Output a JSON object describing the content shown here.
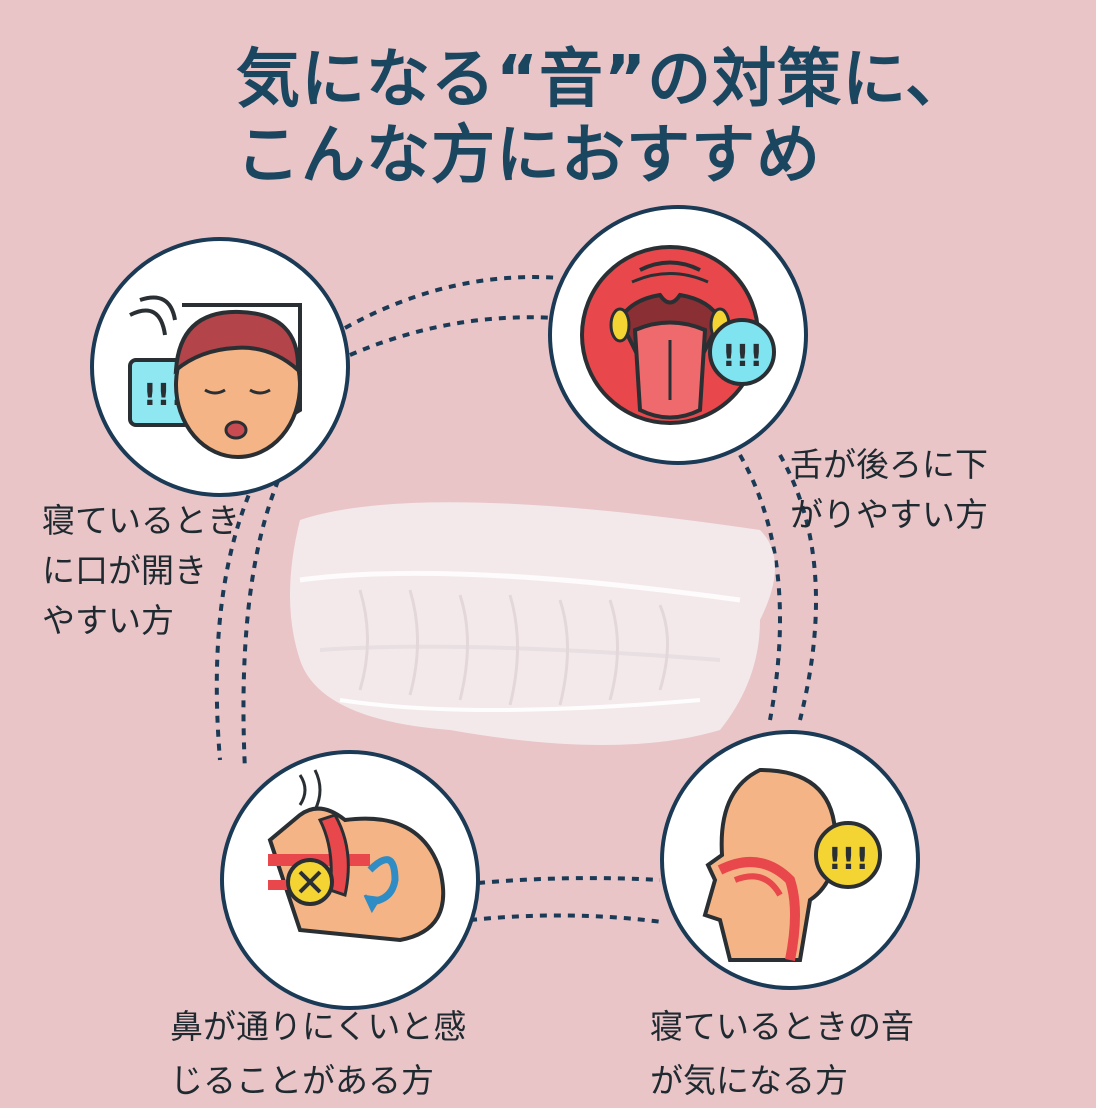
{
  "title": {
    "line1": "気になる“音”の対策に、",
    "line2": "こんな方におすすめ"
  },
  "items": [
    {
      "id": "mouth-open",
      "icon": "sleeping-face-mouth-open-icon",
      "line1": "寝ているとき",
      "line2": "に口が開き",
      "line3": "やすい方"
    },
    {
      "id": "tongue-back",
      "icon": "throat-tongue-alert-icon",
      "line1": "舌が後ろに下",
      "line2": "がりやすい方"
    },
    {
      "id": "nasal",
      "icon": "blocked-nose-airflow-icon",
      "line1": "鼻が通りにくいと感",
      "line2": "じることがある方"
    },
    {
      "id": "sleep-sound",
      "icon": "airway-sound-alert-icon",
      "line1": "寝ているときの音",
      "line2": "が気になる方"
    }
  ],
  "badge_text": "!!!",
  "colors": {
    "background": "#e9c5c8",
    "title": "#1b4660",
    "ring": "#1b3a55",
    "circle_fill": "#ffffff",
    "alert_cyan": "#7fe3f0",
    "alert_yellow": "#f4d433",
    "skin": "#f4b485",
    "throat_red": "#e8474b"
  }
}
